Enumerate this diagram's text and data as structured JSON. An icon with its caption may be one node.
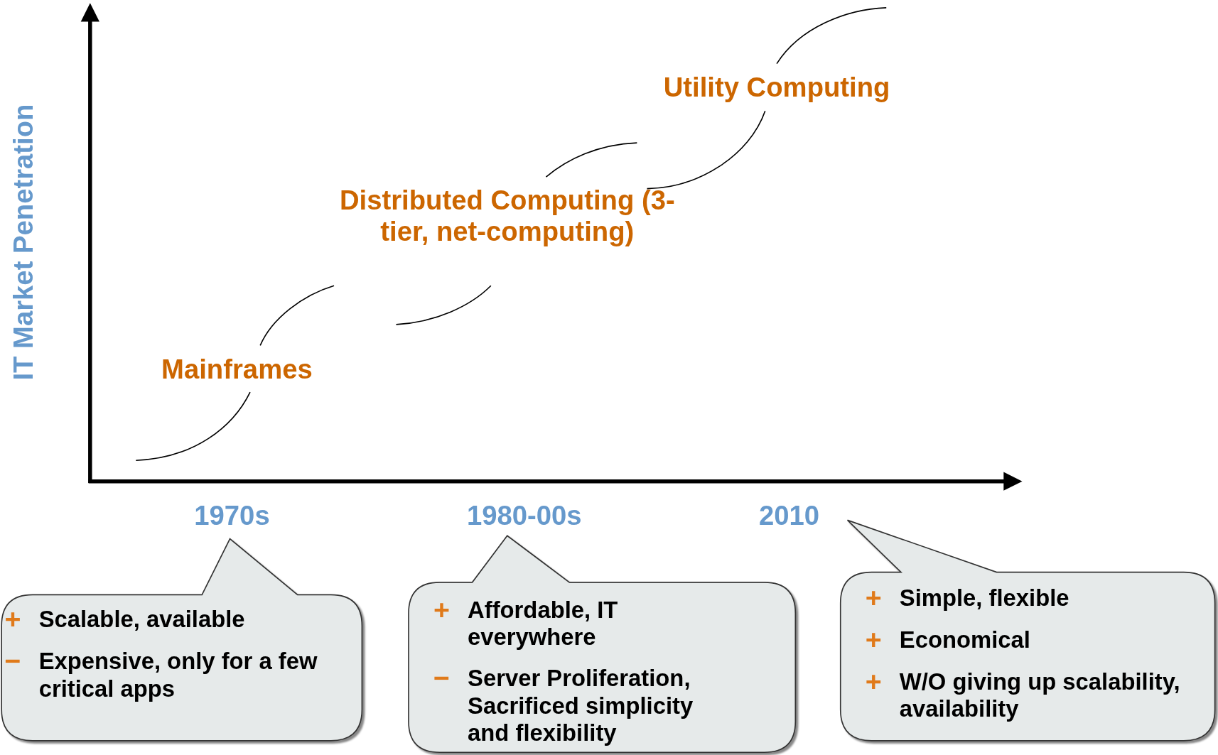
{
  "diagram": {
    "nodes": [
      {
        "text": [
          "+",
          "Scalable, available",
          "−",
          "Expensive, only for a few critical apps"
        ]
      },
      {
        "text": [
          "+",
          "Affordable, IT everywhere",
          "−",
          "Server Proliferation, Sacrificed simplicity and flexibility"
        ]
      },
      {
        "text": [
          "+",
          "Simple, flexible",
          "+",
          "Economical",
          "+",
          "W/O giving up scalability, availability"
        ]
      }
    ],
    "edges": [],
    "labels": [
      "IT Market Penetration",
      "Utility Computing",
      "Distributed Computing (3-tier, net-computing)",
      "Mainframes",
      "1970s",
      "1980-00s",
      "2010"
    ]
  }
}
